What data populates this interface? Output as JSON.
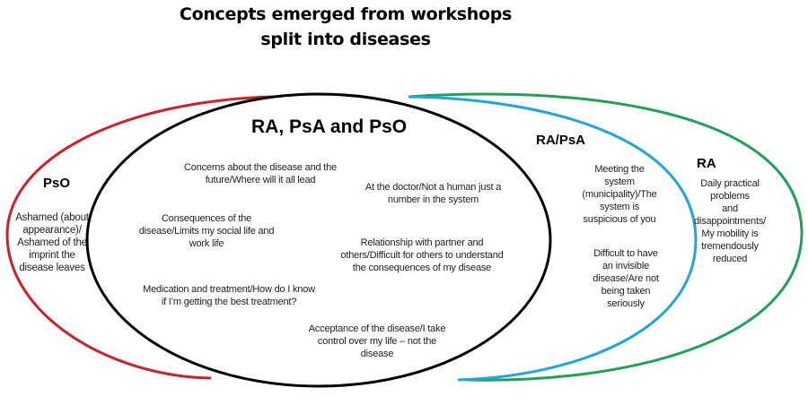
{
  "title": {
    "line1": "Concepts emerged from workshops",
    "line2": "split into diseases"
  },
  "sets": {
    "pso": {
      "label": "PsO",
      "color": "#d21f26"
    },
    "all": {
      "label": "RA, PsA and PsO",
      "color": "#000000"
    },
    "rapsa": {
      "label": "RA/PsA",
      "color": "#1fa6dc"
    },
    "ra": {
      "label": "RA",
      "color": "#1ea356"
    }
  },
  "concepts": {
    "pso": [
      {
        "lines": [
          "Ashamed (about",
          "appearance)/",
          "Ashamed of the",
          "imprint the",
          "disease leaves"
        ]
      }
    ],
    "all": [
      {
        "lines": [
          "Concerns about the disease and the",
          "future/Where will it all lead"
        ]
      },
      {
        "lines": [
          "At the doctor/Not a human just a",
          "number in the system"
        ]
      },
      {
        "lines": [
          "Consequences of the",
          "disease/Limits my social life and",
          "work life"
        ]
      },
      {
        "lines": [
          "Relationship with partner and",
          "others/Difficult for others to understand",
          "the consequences of my disease"
        ]
      },
      {
        "lines": [
          "Medication and treatment/How do I know",
          "if I’m getting the best treatment?"
        ]
      },
      {
        "lines": [
          "Acceptance of the disease/I take",
          "control over my life – not the",
          "disease"
        ]
      }
    ],
    "rapsa": [
      {
        "lines": [
          "Meeting the",
          "system",
          "(municipality)/The",
          "system is",
          "suspicious of you"
        ]
      },
      {
        "lines": [
          "Difficult to have",
          "an invisible",
          "disease/Are not",
          "being taken",
          "seriously"
        ]
      }
    ],
    "ra": [
      {
        "lines": [
          "Daily practical",
          "problems",
          "and",
          "disappointments/",
          "My  mobility is",
          "tremendously",
          "reduced"
        ]
      }
    ]
  }
}
